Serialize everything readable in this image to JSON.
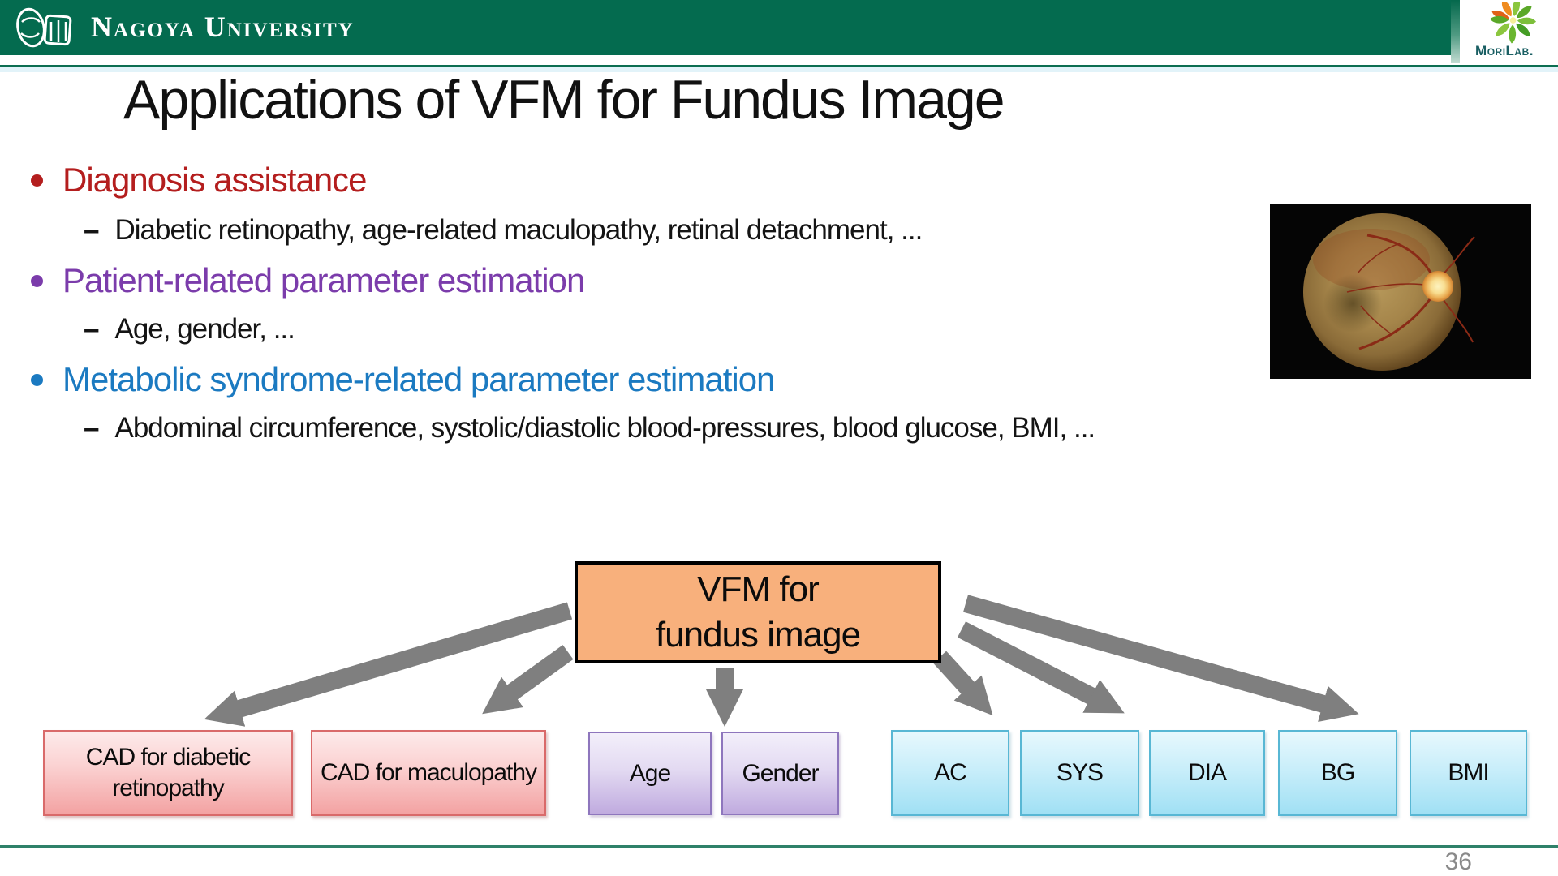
{
  "header": {
    "university_label": "Nagoya University",
    "lab_label": "MoriLab."
  },
  "slide": {
    "title": "Applications of VFM for Fundus Image",
    "page_number": "36",
    "sub_bullet_marker": "–",
    "bullets": [
      {
        "label": "Diagnosis assistance",
        "color": "#b41e1e",
        "sub": "Diabetic retinopathy, age-related maculopathy, retinal detachment, ..."
      },
      {
        "label": "Patient-related parameter estimation",
        "color": "#7b3cab",
        "sub": "Age, gender, ..."
      },
      {
        "label": "Metabolic syndrome-related parameter estimation",
        "color": "#1b7ac1",
        "sub": "Abdominal circumference, systolic/diastolic blood-pressures, blood glucose, BMI, ..."
      }
    ],
    "diagram": {
      "root": {
        "line1": "VFM for",
        "line2": "fundus image",
        "fill_color": "#f8b07c"
      },
      "arrow_color": "#7f7f7f",
      "nodes": [
        {
          "label": "CAD for diabetic retinopathy",
          "group": "diagnosis",
          "color": "#f3a2a2"
        },
        {
          "label": "CAD for maculopathy",
          "group": "diagnosis",
          "color": "#f3a2a2"
        },
        {
          "label": "Age",
          "group": "patient",
          "color": "#c0abdf"
        },
        {
          "label": "Gender",
          "group": "patient",
          "color": "#c0abdf"
        },
        {
          "label": "AC",
          "group": "metabolic",
          "color": "#a0e0f4"
        },
        {
          "label": "SYS",
          "group": "metabolic",
          "color": "#a0e0f4"
        },
        {
          "label": "DIA",
          "group": "metabolic",
          "color": "#a0e0f4"
        },
        {
          "label": "BG",
          "group": "metabolic",
          "color": "#a0e0f4"
        },
        {
          "label": "BMI",
          "group": "metabolic",
          "color": "#a0e0f4"
        }
      ]
    },
    "colors": {
      "header_green": "#046b4f",
      "divider_green": "#0c6e51",
      "footer_line_green": "#2f8169",
      "page_number_gray": "#8a8a8a"
    }
  }
}
